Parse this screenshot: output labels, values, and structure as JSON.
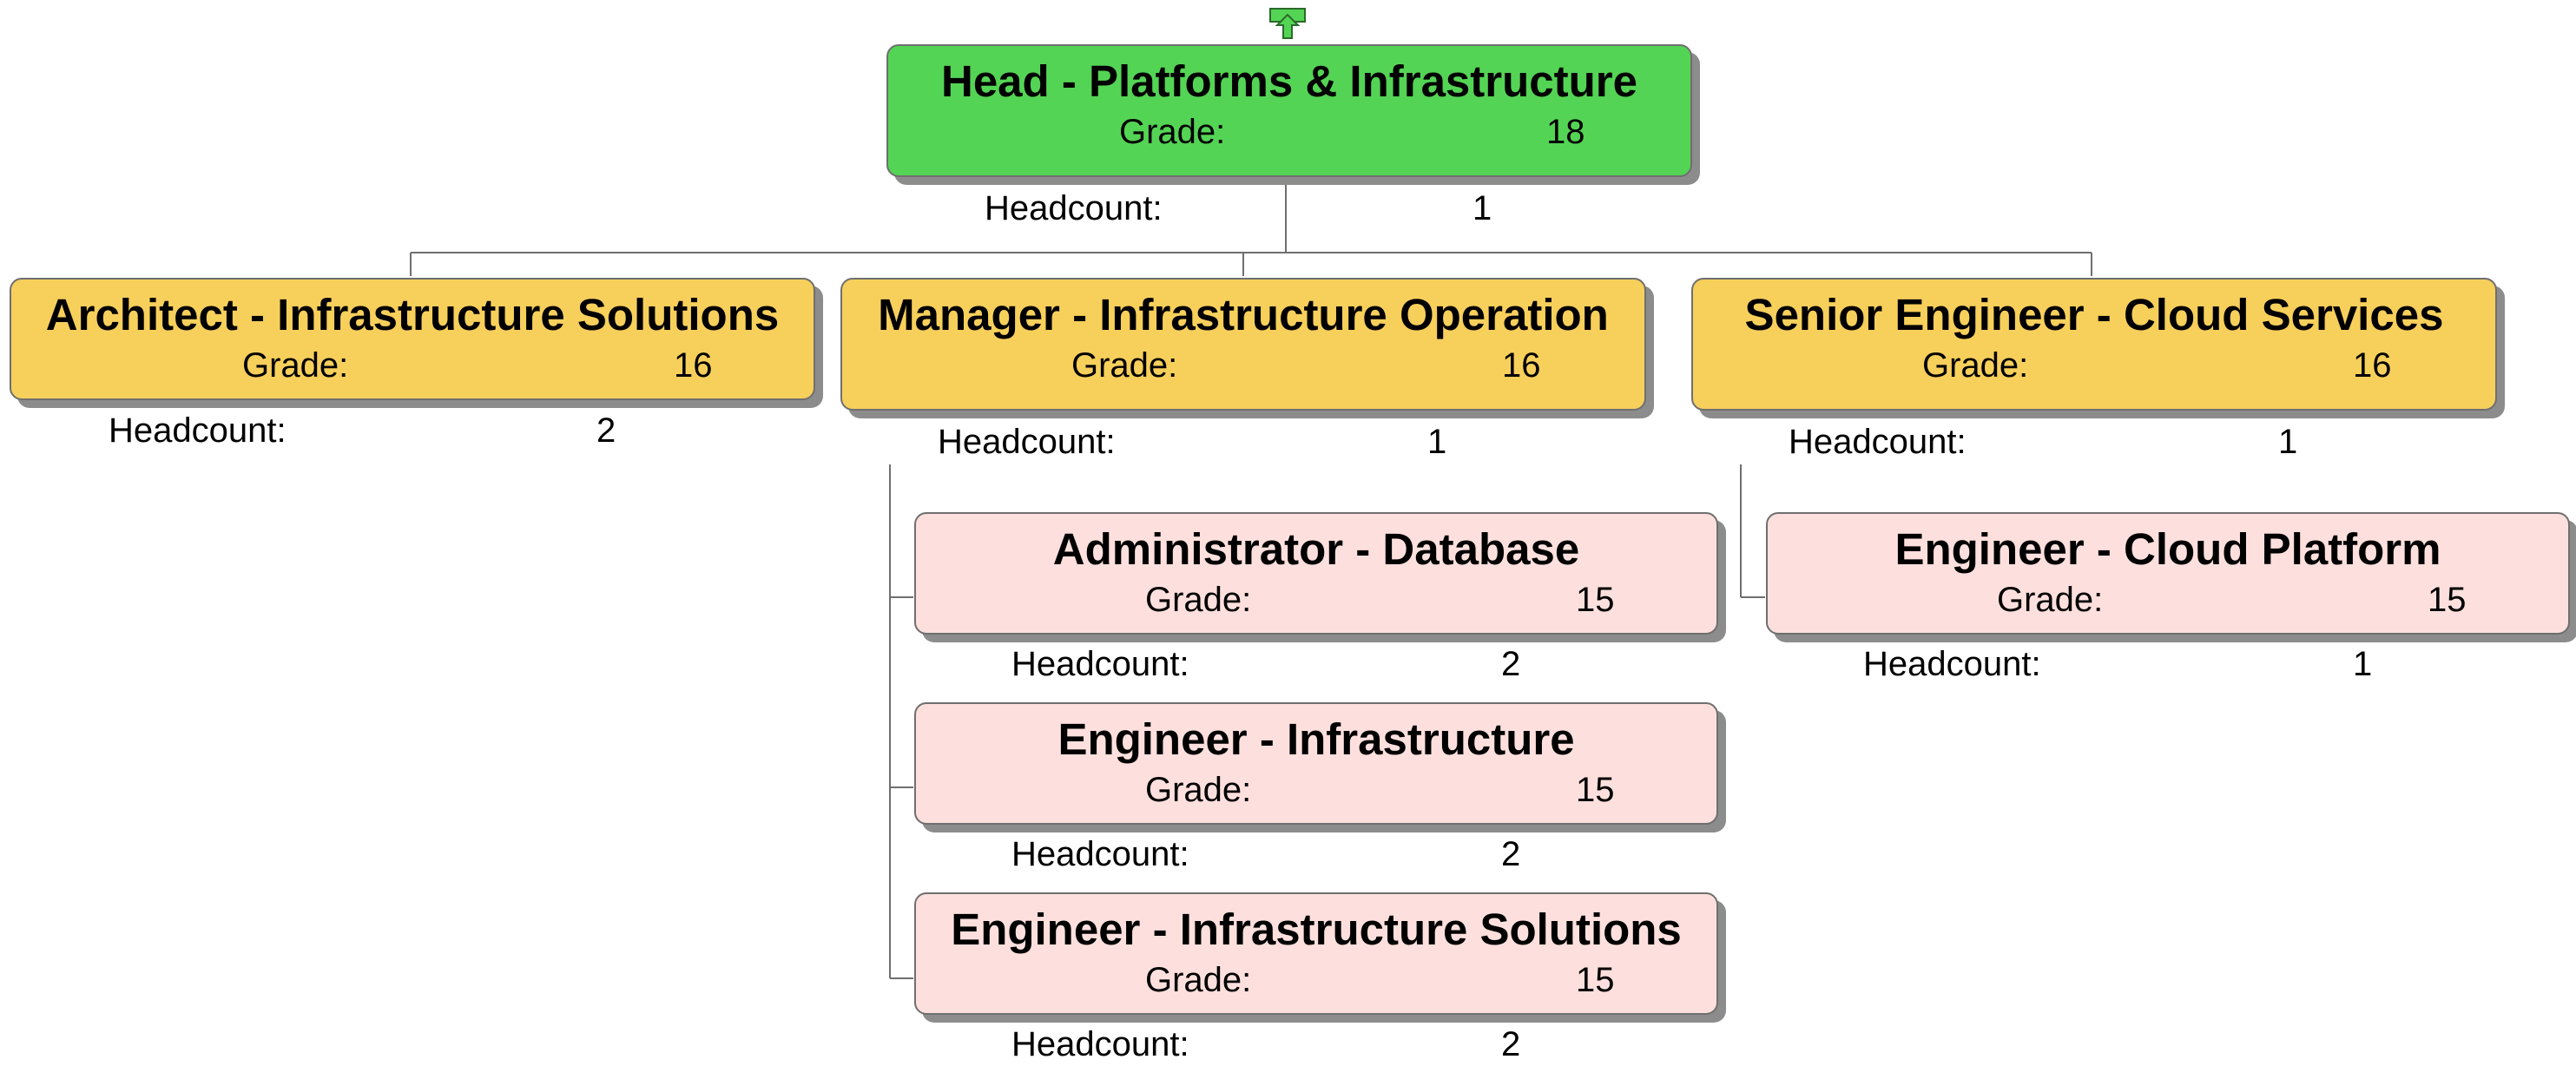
{
  "labels": {
    "grade": "Grade:",
    "headcount": "Headcount:"
  },
  "colors": {
    "head": "#54d454",
    "manager_level": "#f7cf5b",
    "staff_level": "#fde0dd",
    "connector": "#6f6f6f"
  },
  "roles": {
    "head": {
      "title": "Head - Platforms & Infrastructure",
      "grade": "18",
      "headcount": "1"
    },
    "architect": {
      "title": "Architect - Infrastructure Solutions",
      "grade": "16",
      "headcount": "2"
    },
    "manager_ops": {
      "title": "Manager - Infrastructure Operation",
      "grade": "16",
      "headcount": "1"
    },
    "senior_cloud": {
      "title": "Senior Engineer - Cloud Services",
      "grade": "16",
      "headcount": "1"
    },
    "admin_db": {
      "title": "Administrator - Database",
      "grade": "15",
      "headcount": "2"
    },
    "eng_infra": {
      "title": "Engineer - Infrastructure",
      "grade": "15",
      "headcount": "2"
    },
    "eng_infra_solutions": {
      "title": "Engineer - Infrastructure Solutions",
      "grade": "15",
      "headcount": "2"
    },
    "eng_cloud_platform": {
      "title": "Engineer - Cloud Platform",
      "grade": "15",
      "headcount": "1"
    }
  },
  "controls": {
    "expand_up_icon": "arrow-up-icon"
  }
}
